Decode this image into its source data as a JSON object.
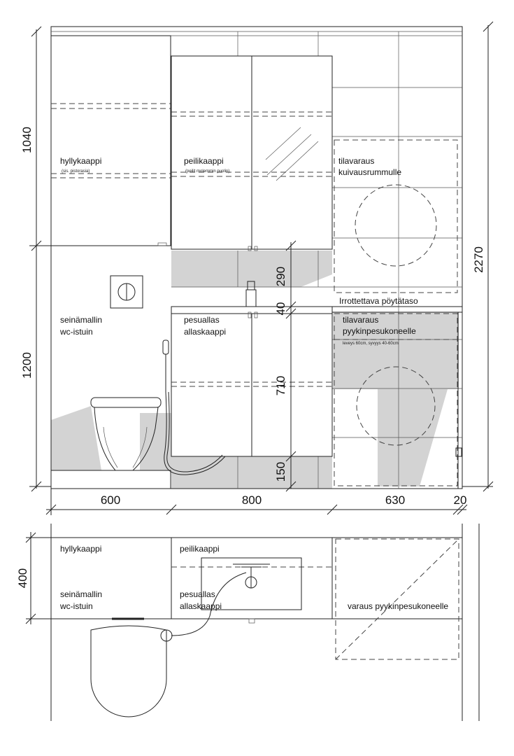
{
  "elevation": {
    "labels": {
      "shelf_cabinet": "hyllykaappi",
      "shelf_cabinet_note": "(sis. pistorasia)",
      "mirror_cabinet": "peilikaappi",
      "mirror_cabinet_note": "(peilit molemmin puolin)",
      "dryer_line1": "tilavaraus",
      "dryer_line2": "kuivausrummulle",
      "wc_line1": "seinämallin",
      "wc_line2": "wc-istuin",
      "sink_line1": "pesuallas",
      "sink_line2": "allaskaappi",
      "countertop": "Irrottettava pöytätaso",
      "washer_line1": "tilavaraus",
      "washer_line2": "pyykinpesukoneelle",
      "washer_note": "leveys 60cm, syvyys 40-60cm"
    },
    "dimensions": {
      "h_upper": "1040",
      "h_lower": "1200",
      "h_total": "2270",
      "gap_290": "290",
      "gap_40": "40",
      "cab_710": "710",
      "leg_150": "150",
      "w_600": "600",
      "w_800": "800",
      "w_630": "630",
      "w_20": "20"
    }
  },
  "plan": {
    "labels": {
      "shelf_cabinet": "hyllykaappi",
      "mirror_cabinet": "peilikaappi",
      "wc_line1": "seinämallin",
      "wc_line2": "wc-istuin",
      "sink_line1": "pesuallas",
      "sink_line2": "allaskaappi",
      "washer": "varaus pyykinpesukoneelle"
    },
    "dimensions": {
      "depth_400": "400"
    }
  }
}
